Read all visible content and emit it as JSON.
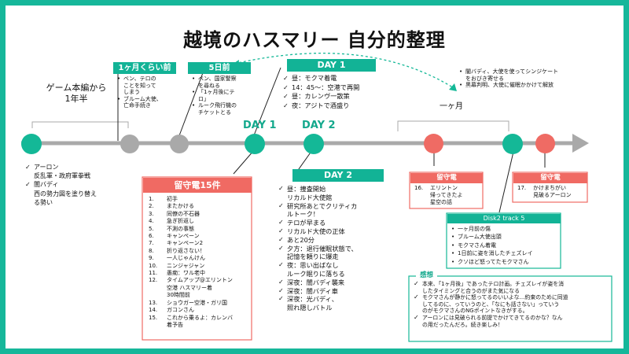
{
  "title": "越境のハスマリー 自分的整理",
  "colors": {
    "teal": "#14b897",
    "red": "#ef6b64",
    "grey": "#a9a9a9",
    "frame": "#16b79a"
  },
  "left_label": {
    "line1": "ゲーム本編から",
    "line2": "1年半"
  },
  "arron_section": {
    "items": [
      {
        "lines": [
          "アーロン",
          "反乱軍・政府軍拳戦"
        ]
      },
      {
        "lines": [
          "闇バディ",
          "西の勢力図を塗り替え",
          "る勢い"
        ]
      }
    ]
  },
  "month_before": {
    "header": "1ヶ月くらい前",
    "items": [
      {
        "lines": [
          "ベン、テロの",
          "ことを知って",
          "しまう"
        ]
      },
      {
        "lines": [
          "ブルーム大使、",
          "亡命手続き"
        ]
      }
    ]
  },
  "five_days": {
    "header": "5日前",
    "items": [
      {
        "lines": [
          "ベン、国家警察",
          "を尋ねる"
        ]
      },
      {
        "lines": [
          "「1ヶ月後にテ",
          "ロ」"
        ]
      },
      {
        "lines": [
          "ルーク飛行機の",
          "チケットとる"
        ]
      }
    ]
  },
  "day1": {
    "header": "DAY 1",
    "timeline_label": "DAY 1",
    "items": [
      "昼：モクマ着電",
      "14：45～：空港で再開",
      "昼：カレンヴ一散策",
      "夜：アジトで酒盛り"
    ]
  },
  "day2": {
    "header": "DAY 2",
    "timeline_label": "DAY 2",
    "items": [
      [
        "昼：捜査開始",
        "リカルド大使館"
      ],
      [
        "研究所あとでクリティカ",
        "ルトーク！"
      ],
      [
        "テロが早まる"
      ],
      [
        "リカルド大使の正体"
      ],
      [
        "あと20分"
      ],
      [
        "夕方：退行催眠状態で、",
        "記憶を頼りに爆走"
      ],
      [
        "夜：思い出ばなし",
        "ルーク眠りに落ちる"
      ],
      [
        "深夜：闇バディ襲来"
      ],
      [
        "深夜：闇バディ車"
      ],
      [
        "深夜：光バディ、",
        "照れ隠しバトル"
      ]
    ]
  },
  "rusuden": {
    "header": "留守電15件",
    "items": [
      {
        "num": "1.",
        "lines": [
          "初手"
        ]
      },
      {
        "num": "2.",
        "lines": [
          "またかける"
        ]
      },
      {
        "num": "3.",
        "lines": [
          "同僚の不石器"
        ]
      },
      {
        "num": "4.",
        "lines": [
          "急ぎ折返し"
        ]
      },
      {
        "num": "5.",
        "lines": [
          "不測の事態"
        ]
      },
      {
        "num": "6.",
        "lines": [
          "キャンペーン"
        ]
      },
      {
        "num": "7.",
        "lines": [
          "キャンペーン2"
        ]
      },
      {
        "num": "8.",
        "lines": [
          "折り返さない！"
        ]
      },
      {
        "num": "9.",
        "lines": [
          "一人じゃんけん"
        ]
      },
      {
        "num": "10.",
        "lines": [
          "ニンジャジャン"
        ]
      },
      {
        "num": "11.",
        "lines": [
          "愚痴：ワル老中"
        ]
      },
      {
        "num": "12.",
        "lines": [
          "タイムアップ@エリントン",
          "空港 ハスマリー着",
          "30時間前"
        ]
      },
      {
        "num": "13.",
        "lines": [
          "ショウガー空港・ガリ国"
        ]
      },
      {
        "num": "14.",
        "lines": [
          "ガコンさん"
        ]
      },
      {
        "num": "15.",
        "lines": [
          "これから乗るよ：カレンバ",
          "着予告"
        ]
      }
    ]
  },
  "month_later": {
    "label": "一ヶ月",
    "items": [
      {
        "lines": [
          "闇バディ、大使を使ってシンジケート",
          "をおびき寄せる"
        ]
      },
      {
        "lines": [
          "黒幕判明、大使に催眠かかけて解放"
        ]
      }
    ]
  },
  "rusuden16": {
    "header": "留守電",
    "num": "16.",
    "lines": [
      "エリントン",
      "帰ってきたよ",
      "星空の話"
    ]
  },
  "rusuden17": {
    "header": "留守電",
    "num": "17.",
    "lines": [
      "かけまちがい",
      "見破るアーロン"
    ]
  },
  "disk2": {
    "header": "Disk2 track 5",
    "items": [
      "一ヶ月前の傷",
      "ブルーム大使出頭",
      "モクマさん着電",
      "1日前に姿を消したチェズレイ",
      "クソほど怒ってたモクマさん"
    ]
  },
  "kansou": {
    "header": "感想",
    "items": [
      {
        "lines": [
          "本来、「1ヶ月後」であったテロ計画。チェズレイが姿を消",
          "したタイミングと合うのがまた気になる"
        ]
      },
      {
        "lines": [
          "モクマさんが静かに怒ってるのいいよな…約束のために同道",
          "してるのに、っていうのと、「なにも話さない」っていう",
          "のがモクマさんのNGポイントなきがする。"
        ]
      },
      {
        "lines": [
          "アーロンには見破られる前提でかけてきてるのかな？なん",
          "の用だったんだろ。続き楽しみ！"
        ]
      }
    ]
  }
}
